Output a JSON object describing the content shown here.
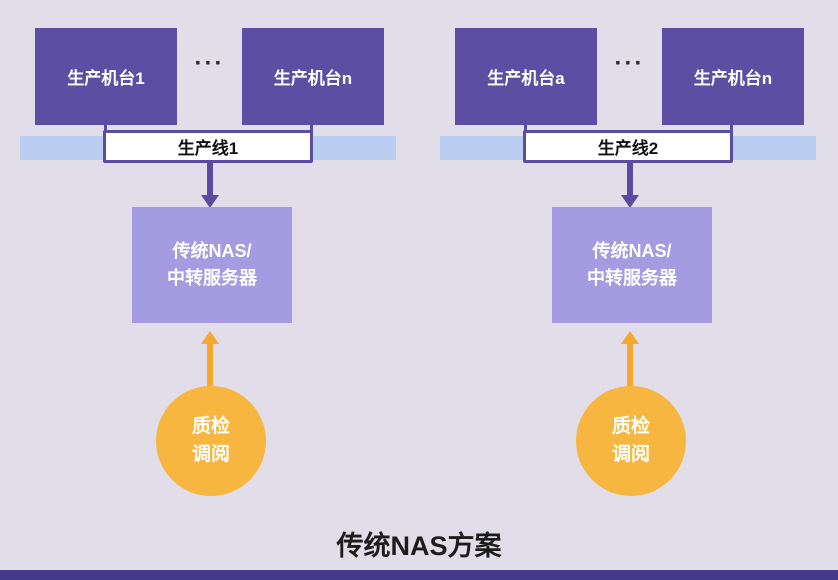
{
  "title": "传统NAS方案",
  "colors": {
    "background": "#e1dde9",
    "machine_box": "#5b4ea3",
    "line_bar": "#b9cdf1",
    "line_label_bg": "#ffffff",
    "line_label_border": "#5a4da1",
    "nas_box": "#a49be0",
    "circle": "#f7b63f",
    "down_arrow": "#5a4da1",
    "up_arrow": "#f5a82c",
    "footer": "#45398c",
    "title_color": "#1c1c1c"
  },
  "groups": [
    {
      "machine_1": "生产机台1",
      "ellipsis": "···",
      "machine_2": "生产机台n",
      "line_label": "生产线1",
      "nas_line1": "传统NAS/",
      "nas_line2": "中转服务器",
      "circle_line1": "质检",
      "circle_line2": "调阅"
    },
    {
      "machine_1": "生产机台a",
      "ellipsis": "···",
      "machine_2": "生产机台n",
      "line_label": "生产线2",
      "nas_line1": "传统NAS/",
      "nas_line2": "中转服务器",
      "circle_line1": "质检",
      "circle_line2": "调阅"
    }
  ]
}
